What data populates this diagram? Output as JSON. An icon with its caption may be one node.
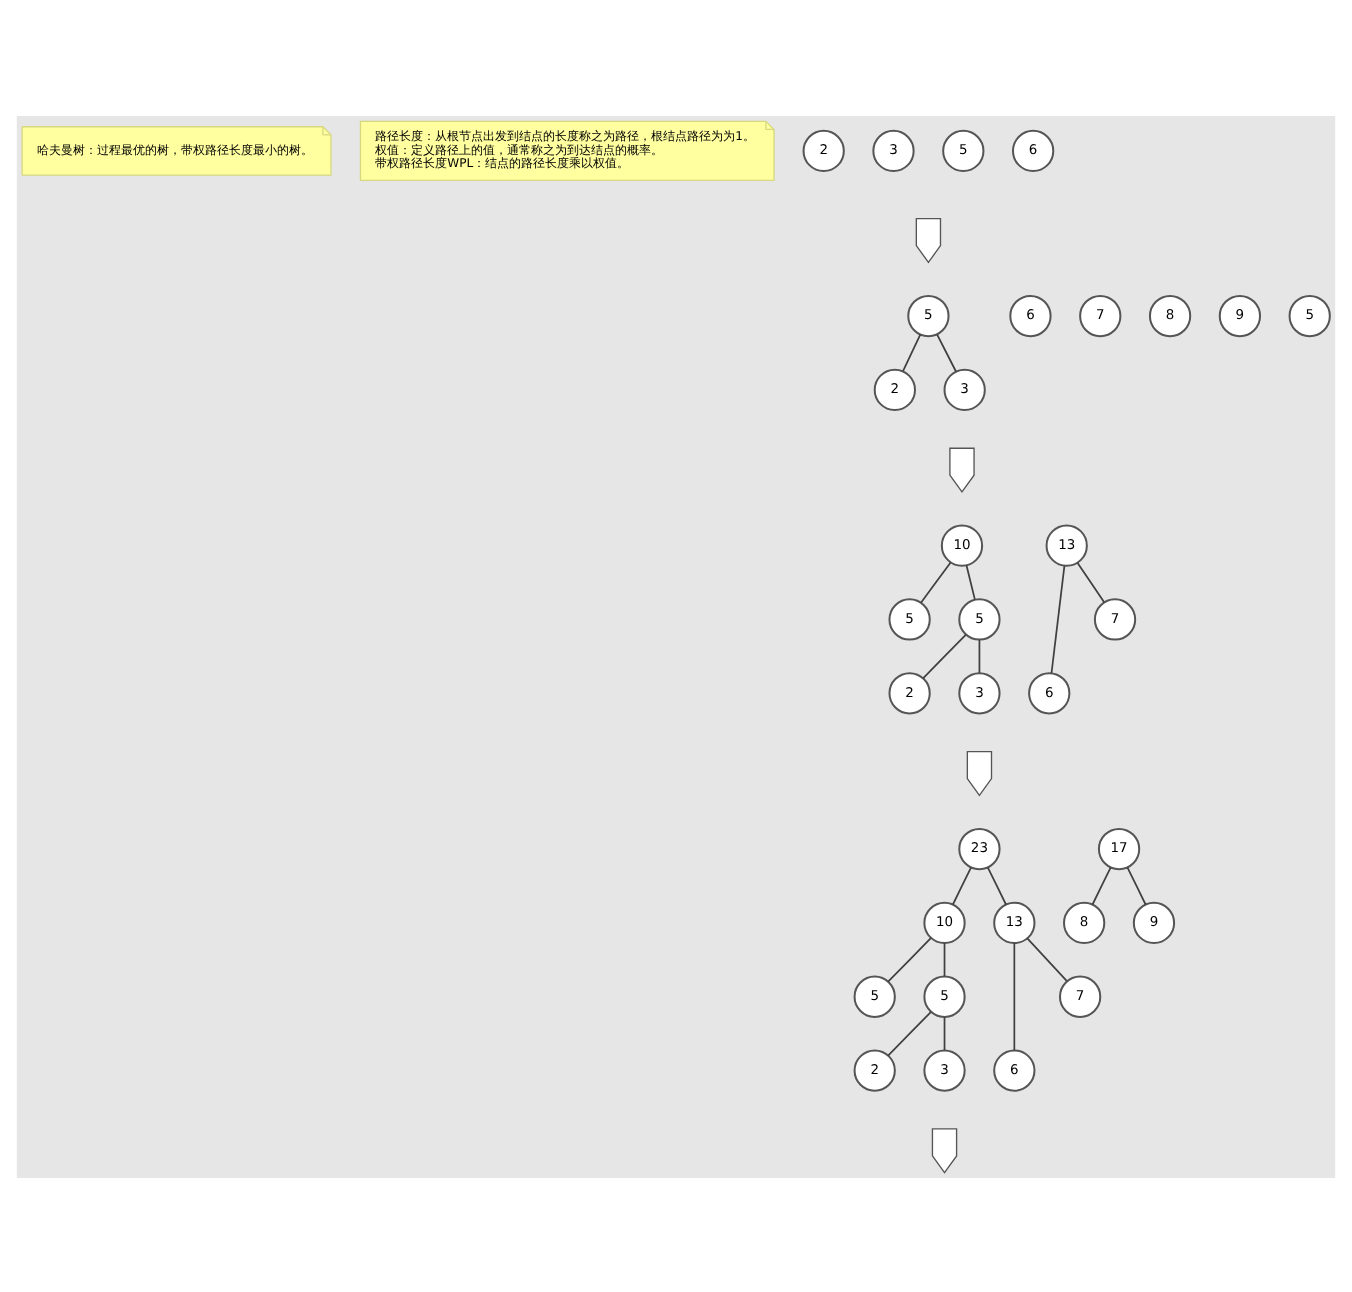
{
  "diagram": {
    "nodes": [
      {
        "text": [
          "哈夫曼树：过程最优的树，带权路径长度最小的树。"
        ]
      },
      {
        "text": [
          "路径长度：从根节点出发到结点的长度称之为路径，根结点路径为为1。",
          "权值：定义路径上的值，通常称之为到达结点的概率。",
          "带权路径长度WPL：结点的路径长度乘以权值。"
        ]
      },
      {
        "text": [
          "2"
        ]
      },
      {
        "text": [
          "3"
        ]
      },
      {
        "text": [
          "5"
        ]
      },
      {
        "text": [
          "6"
        ]
      },
      {
        "text": [],
        "shape": "arrow"
      },
      {
        "text": [
          "5"
        ]
      },
      {
        "text": [
          "2"
        ]
      },
      {
        "text": [
          "3"
        ]
      },
      {
        "text": [
          "6"
        ]
      },
      {
        "text": [
          "7"
        ]
      },
      {
        "text": [
          "8"
        ]
      },
      {
        "text": [
          "9"
        ]
      },
      {
        "text": [
          "5"
        ]
      },
      {
        "text": [],
        "shape": "arrow"
      },
      {
        "text": [
          "10"
        ]
      },
      {
        "text": [
          "5"
        ]
      },
      {
        "text": [
          "5"
        ]
      },
      {
        "text": [
          "2"
        ]
      },
      {
        "text": [
          "3"
        ]
      },
      {
        "text": [
          "13"
        ]
      },
      {
        "text": [
          "6"
        ]
      },
      {
        "text": [
          "7"
        ]
      },
      {
        "text": [],
        "shape": "arrow"
      },
      {
        "text": [
          "23"
        ]
      },
      {
        "text": [
          "10"
        ]
      },
      {
        "text": [
          "5"
        ]
      },
      {
        "text": [
          "5"
        ]
      },
      {
        "text": [
          "2"
        ]
      },
      {
        "text": [
          "3"
        ]
      },
      {
        "text": [
          "13"
        ]
      },
      {
        "text": [
          "6"
        ]
      },
      {
        "text": [
          "7"
        ]
      },
      {
        "text": [
          "17"
        ]
      },
      {
        "text": [
          "8"
        ]
      },
      {
        "text": [
          "9"
        ]
      },
      {
        "text": [],
        "shape": "arrow"
      }
    ],
    "edges": [
      {
        "from": 7,
        "to": 8,
        "arrow": "none"
      },
      {
        "from": 7,
        "to": 9,
        "arrow": "none"
      },
      {
        "from": 16,
        "to": 17,
        "arrow": "none"
      },
      {
        "from": 16,
        "to": 18,
        "arrow": "none"
      },
      {
        "from": 18,
        "to": 19,
        "arrow": "none"
      },
      {
        "from": 18,
        "to": 20,
        "arrow": "none"
      },
      {
        "from": 21,
        "to": 22,
        "arrow": "none"
      },
      {
        "from": 21,
        "to": 23,
        "arrow": "none"
      },
      {
        "from": 25,
        "to": 26,
        "arrow": "none"
      },
      {
        "from": 25,
        "to": 31,
        "arrow": "none"
      },
      {
        "from": 26,
        "to": 27,
        "arrow": "none"
      },
      {
        "from": 26,
        "to": 28,
        "arrow": "none"
      },
      {
        "from": 28,
        "to": 29,
        "arrow": "none"
      },
      {
        "from": 28,
        "to": 30,
        "arrow": "none"
      },
      {
        "from": 31,
        "to": 32,
        "arrow": "none"
      },
      {
        "from": 31,
        "to": 33,
        "arrow": "none"
      },
      {
        "from": 34,
        "to": 35,
        "arrow": "none"
      },
      {
        "from": 34,
        "to": 36,
        "arrow": "none"
      }
    ]
  }
}
